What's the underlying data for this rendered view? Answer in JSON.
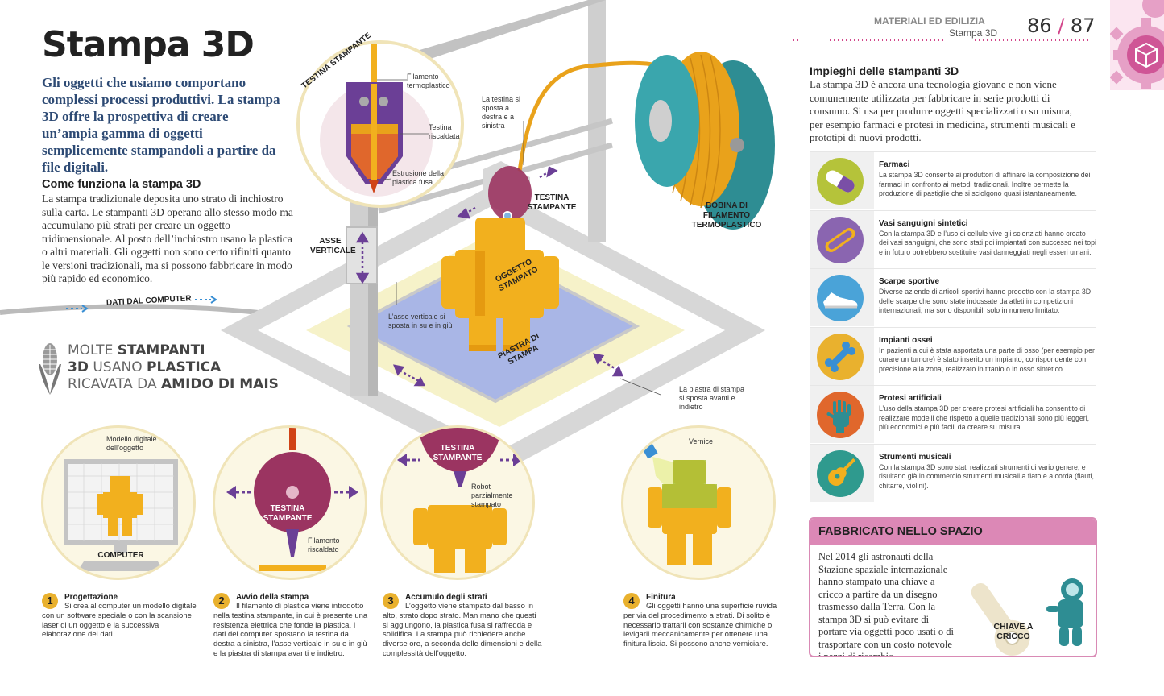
{
  "header": {
    "section": "MATERIALI ED EDILIZIA",
    "subsection": "Stampa 3D",
    "page_left": "86",
    "page_sep": "/",
    "page_right": "87"
  },
  "left": {
    "title": "Stampa 3D",
    "intro": "Gli oggetti che usiamo comportano complessi processi produttivi. La stampa 3D offre la prospettiva di creare un’ampia gamma di oggetti semplicemente stampandoli a partire da file digitali.",
    "how_heading": "Come funziona la stampa 3D",
    "how_body": "La stampa tradizionale deposita uno strato di inchiostro sulla carta. Le stampanti 3D operano allo stesso modo ma accumulano più strati per creare un oggetto tridimensionale. Al posto dell’inchiostro usano la plastica o altri materiali. Gli oggetti non sono certo rifiniti quanto le versioni tradizionali, ma si possono fabbricare in modo più rapido ed economico.",
    "data_label": "DATI DAL COMPUTER",
    "corn_line1_a": "MOLTE ",
    "corn_line1_b": "STAMPANTI",
    "corn_line2_a": "3D",
    "corn_line2_b": " USANO ",
    "corn_line2_c": "PLASTICA",
    "corn_line3_a": "RICAVATA DA ",
    "corn_line3_b": "AMIDO DI MAIS"
  },
  "diagram": {
    "head_title": "TESTINA STAMPANTE",
    "filament_label": "Filamento termoplastico",
    "heated_label": "Testina riscaldata",
    "extrusion_label": "Estrusione della plastica fusa",
    "head_moves": "La testina si sposta a destra e a sinistra",
    "printhead": "TESTINA STAMPANTE",
    "spool": "BOBINA DI FILAMENTO TERMOPLASTICO",
    "axis": "ASSE VERTICALE",
    "axis_moves": "L’asse verticale si sposta in su e in giù",
    "printed_object": "OGGETTO STAMPATO",
    "plate": "PIASTRA DI STAMPA",
    "plate_moves": "La piastra di stampa si sposta avanti e indietro"
  },
  "steps": [
    {
      "num": "1",
      "title": "Progettazione",
      "body": "Si crea al computer un modello digitale con un software speciale o con la scansione laser di un oggetto e la successiva elaborazione dei dati.",
      "label_a": "Modello digitale dell’oggetto",
      "label_b": "COMPUTER"
    },
    {
      "num": "2",
      "title": "Avvio della stampa",
      "body": "Il filamento di plastica viene introdotto nella testina stampante, in cui è presente una resistenza elettrica che fonde la plastica. I dati del computer spostano la testina da destra a sinistra, l’asse verticale in su e in giù e la piastra di stampa avanti e indietro.",
      "label_a": "TESTINA STAMPANTE",
      "label_b": "Filamento riscaldato"
    },
    {
      "num": "3",
      "title": "Accumulo degli strati",
      "body": "L’oggetto viene stampato dal basso in alto, strato dopo strato. Man mano che questi si aggiungono, la plastica fusa si raffredda e solidifica. La stampa può richiedere anche diverse ore, a seconda delle dimensioni e della complessità dell’oggetto.",
      "label_a": "TESTINA STAMPANTE",
      "label_b": "Robot parzialmente stampato"
    },
    {
      "num": "4",
      "title": "Finitura",
      "body": "Gli oggetti hanno una superficie ruvida per via del procedimento a strati. Di solito è necessario trattarli con sostanze chimiche o levigarli meccanicamente per ottenere una finitura liscia. Si possono anche verniciare.",
      "label_a": "Vernice",
      "label_b": ""
    }
  ],
  "right": {
    "uses_heading": "Impieghi delle stampanti 3D",
    "uses_body": "La stampa 3D è ancora una tecnologia giovane e non viene comunemente utilizzata per fabbricare in serie prodotti di consumo. Si usa per produrre oggetti specializzati o su misura, per esempio farmaci e protesi in medicina, strumenti musicali e prototipi di nuovi prodotti.",
    "uses": [
      {
        "title": "Farmaci",
        "desc": "La stampa 3D consente ai produttori di affinare la composizione dei farmaci in confronto ai metodi tradizionali. Inoltre permette la produzione di pastiglie che si sciolgono quasi istantaneamente.",
        "icon": "pill-icon",
        "color": "#b5c33a"
      },
      {
        "title": "Vasi sanguigni sintetici",
        "desc": "Con la stampa 3D e l’uso di cellule vive gli scienziati hanno creato dei vasi sanguigni, che sono stati poi impiantati con successo nei topi e in futuro potrebbero sostituire vasi danneggiati negli esseri umani.",
        "icon": "blood-vessel-icon",
        "color": "#8a65b0"
      },
      {
        "title": "Scarpe sportive",
        "desc": "Diverse aziende di articoli sportivi hanno prodotto con la stampa 3D delle scarpe che sono state indossate da atleti in competizioni internazionali, ma sono disponibili solo in numero limitato.",
        "icon": "sneaker-icon",
        "color": "#4aa3d8"
      },
      {
        "title": "Impianti ossei",
        "desc": "In pazienti a cui è stata asportata una parte di osso (per esempio per curare un tumore) è stato inserito un impianto, corrispondente con precisione alla zona, realizzato in titanio o in osso sintetico.",
        "icon": "bone-icon",
        "color": "#e9b12e"
      },
      {
        "title": "Protesi artificiali",
        "desc": "L’uso della stampa 3D per creare protesi artificiali ha consentito di realizzare modelli che rispetto a quelle tradizionali sono più leggeri, più economici e più facili da creare su misura.",
        "icon": "hand-icon",
        "color": "#e0672c"
      },
      {
        "title": "Strumenti musicali",
        "desc": "Con la stampa 3D sono stati realizzati strumenti di vario genere, e risultano già in commercio strumenti musicali a fiato e a corda (flauti, chitarre, violini).",
        "icon": "guitar-icon",
        "color": "#2f9a8e"
      }
    ],
    "box_title": "FABBRICATO NELLO SPAZIO",
    "box_body": "Nel 2014 gli astronauti della Stazione spaziale internazionale hanno stampato una chiave a cricco a partire da un disegno trasmesso dalla Terra. Con la stampa 3D si può evitare di portare via oggetti poco usati o di trasportare con un costo notevole i pezzi di ricambio.",
    "box_label": "CHIAVE A CRICCO"
  }
}
